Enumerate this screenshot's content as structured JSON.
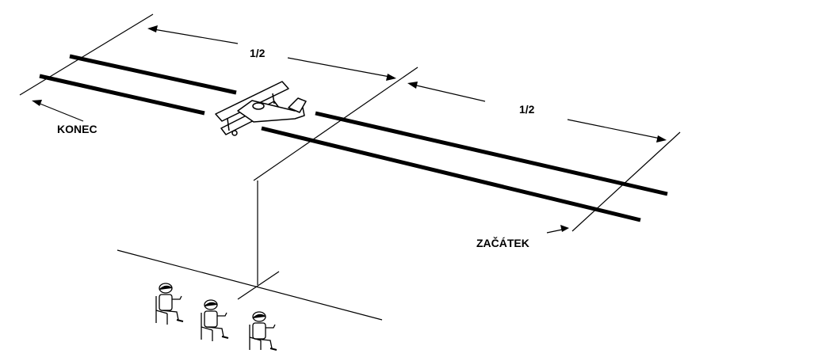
{
  "labels": {
    "half_top": "1/2",
    "half_right": "1/2",
    "end": "KONEC",
    "start": "ZAČÁTEK"
  },
  "icons": {
    "aircraft": "biplane-icon",
    "judge": "seated-judge-icon"
  },
  "judges": {
    "count": 3
  }
}
